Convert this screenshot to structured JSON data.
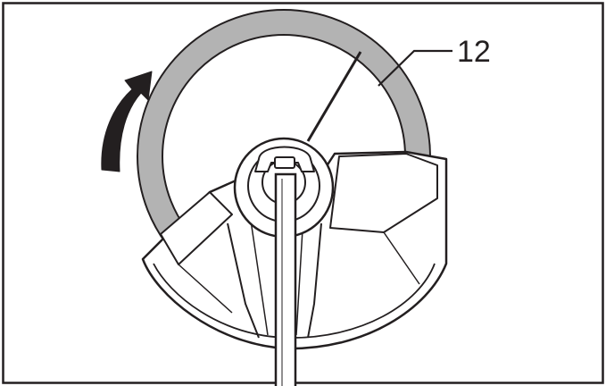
{
  "figure": {
    "callout_label": "12",
    "colors": {
      "ink": "#231f20",
      "ring": "#b3b3b3",
      "paper": "#ffffff"
    },
    "icons": {
      "rotation_arrow": "curved-arrow-icon",
      "blade": "saw-blade-ring",
      "guard": "blade-guard",
      "shaft": "drive-shaft"
    }
  }
}
